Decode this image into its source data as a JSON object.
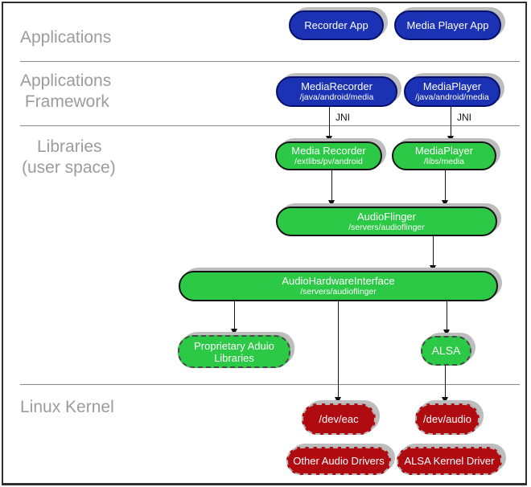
{
  "sections": {
    "applications": "Applications",
    "framework": "Applications\n Framework",
    "libraries_line1": "Libraries",
    "libraries_line2": "(user space)",
    "kernel": "Linux Kernel"
  },
  "labels": {
    "jni": "JNI"
  },
  "nodes": {
    "recorder_app": {
      "title": "Recorder App"
    },
    "media_player_app": {
      "title": "Media Player App"
    },
    "media_recorder_fw": {
      "title": "MediaRecorder",
      "subtitle": "/java/android/media"
    },
    "media_player_fw": {
      "title": "MediaPlayer",
      "subtitle": "/java/android/media"
    },
    "media_recorder_lib": {
      "title": "Media Recorder",
      "subtitle": "/extlibs/pv/android"
    },
    "media_player_lib": {
      "title": "MediaPlayer",
      "subtitle": "/libs/media"
    },
    "audio_flinger": {
      "title": "AudioFlinger",
      "subtitle": "/servers/audioflinger"
    },
    "audio_hw_interface": {
      "title": "AudioHardwareInterface",
      "subtitle": "/servers/audioflinger"
    },
    "proprietary_audio": {
      "title": "Proprietary Aduio Libraries"
    },
    "alsa": {
      "title": "ALSA"
    },
    "dev_eac": {
      "title": "/dev/eac"
    },
    "dev_audio": {
      "title": "/dev/audio"
    },
    "other_audio_drivers": {
      "title": "Other Audio Drivers"
    },
    "alsa_kernel_driver": {
      "title": "ALSA Kernel Driver"
    }
  },
  "colors": {
    "app_blue": "#1b32b4",
    "app_blue_border": "#04106a",
    "lib_green": "#2bc945",
    "kernel_red": "#af0b10",
    "shadow_gray": "#bdbdbd",
    "divider_gray": "#8a8a8a",
    "section_label_gray": "#9c9c9c",
    "arrow_black": "#111111"
  }
}
